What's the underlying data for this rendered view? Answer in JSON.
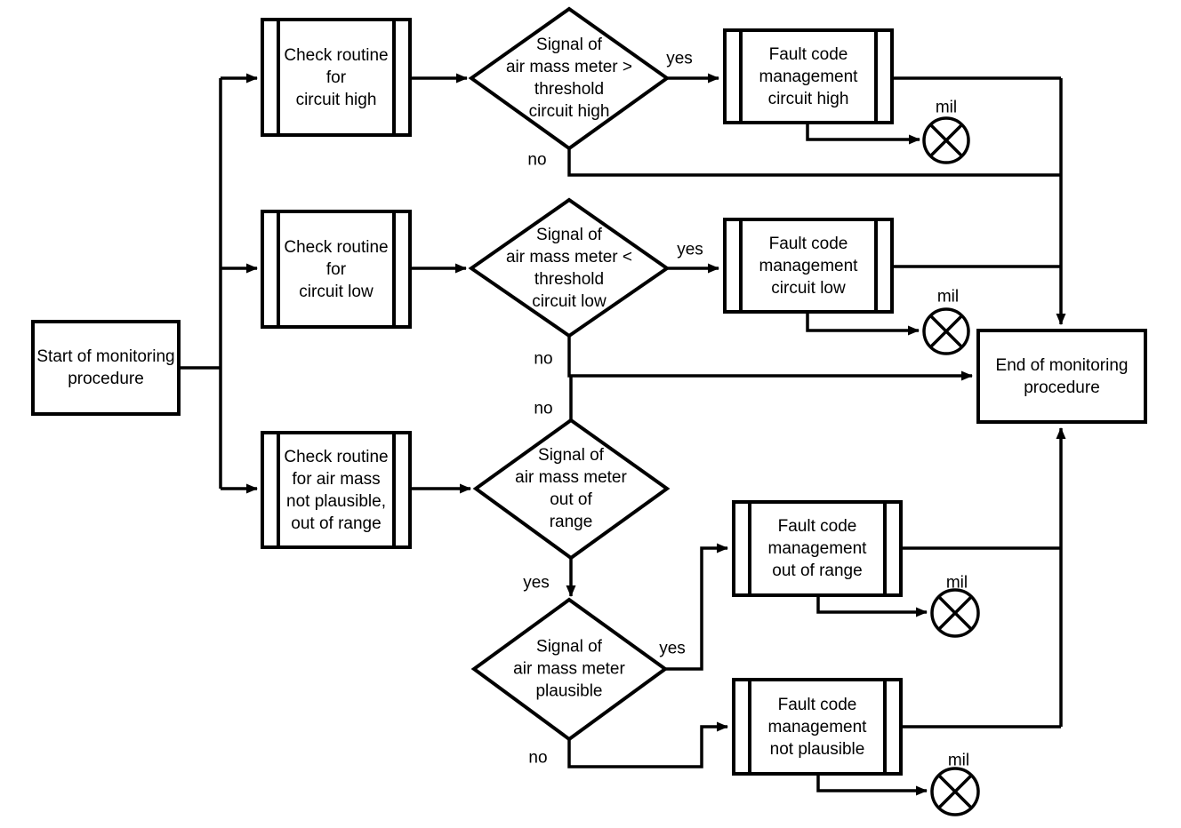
{
  "flowchart": {
    "colors": {
      "line": "#000000",
      "fill": "#ffffff",
      "text": "#000000"
    },
    "nodes": {
      "start": {
        "type": "terminator",
        "label": "Start of monitoring\nprocedure"
      },
      "check_circuit_high": {
        "type": "subroutine",
        "label": "Check routine\nfor\ncircuit high"
      },
      "check_circuit_low": {
        "type": "subroutine",
        "label": "Check routine\nfor\ncircuit low"
      },
      "check_air_mass": {
        "type": "subroutine",
        "label": "Check routine\nfor air mass\nnot plausible,\nout of range"
      },
      "decision_circuit_high": {
        "type": "decision",
        "label": "Signal of\nair mass meter >\nthreshold\ncircuit high"
      },
      "decision_circuit_low": {
        "type": "decision",
        "label": "Signal of\nair mass meter <\nthreshold\ncircuit low"
      },
      "decision_out_of_range": {
        "type": "decision",
        "label": "Signal of\nair mass meter\nout of\nrange"
      },
      "decision_plausible": {
        "type": "decision",
        "label": "Signal of\nair mass meter\nplausible"
      },
      "fault_circuit_high": {
        "type": "subroutine",
        "label": "Fault code\nmanagement\ncircuit high"
      },
      "fault_circuit_low": {
        "type": "subroutine",
        "label": "Fault code\nmanagement\ncircuit low"
      },
      "fault_out_of_range": {
        "type": "subroutine",
        "label": "Fault code\nmanagement\nout of range"
      },
      "fault_not_plausible": {
        "type": "subroutine",
        "label": "Fault code\nmanagement\nnot plausible"
      },
      "end": {
        "type": "terminator",
        "label": "End of monitoring\nprocedure"
      }
    },
    "indicators": {
      "mil_circuit_high": {
        "label": "mil"
      },
      "mil_circuit_low": {
        "label": "mil"
      },
      "mil_out_of_range": {
        "label": "mil"
      },
      "mil_not_plausible": {
        "label": "mil"
      }
    },
    "edge_labels": {
      "decision_circuit_high_yes": "yes",
      "decision_circuit_high_no": "no",
      "decision_circuit_low_yes": "yes",
      "decision_circuit_low_no": "no",
      "decision_out_of_range_no": "no",
      "decision_out_of_range_yes": "yes",
      "decision_plausible_yes": "yes",
      "decision_plausible_no": "no"
    },
    "connections": [
      {
        "from": "start",
        "to": "check_circuit_high"
      },
      {
        "from": "start",
        "to": "check_circuit_low"
      },
      {
        "from": "start",
        "to": "check_air_mass"
      },
      {
        "from": "check_circuit_high",
        "to": "decision_circuit_high"
      },
      {
        "from": "check_circuit_low",
        "to": "decision_circuit_low"
      },
      {
        "from": "check_air_mass",
        "to": "decision_out_of_range"
      },
      {
        "from": "decision_circuit_high",
        "to": "fault_circuit_high",
        "label": "yes"
      },
      {
        "from": "decision_circuit_high",
        "to": "end",
        "label": "no"
      },
      {
        "from": "decision_circuit_low",
        "to": "fault_circuit_low",
        "label": "yes"
      },
      {
        "from": "decision_circuit_low",
        "to": "end",
        "label": "no"
      },
      {
        "from": "decision_out_of_range",
        "to": "end",
        "label": "no"
      },
      {
        "from": "decision_out_of_range",
        "to": "decision_plausible",
        "label": "yes"
      },
      {
        "from": "decision_plausible",
        "to": "fault_out_of_range",
        "label": "yes"
      },
      {
        "from": "decision_plausible",
        "to": "fault_not_plausible",
        "label": "no"
      },
      {
        "from": "fault_circuit_high",
        "to": "end"
      },
      {
        "from": "fault_circuit_low",
        "to": "end"
      },
      {
        "from": "fault_out_of_range",
        "to": "end"
      },
      {
        "from": "fault_not_plausible",
        "to": "end"
      },
      {
        "from": "fault_circuit_high",
        "to": "mil_circuit_high"
      },
      {
        "from": "fault_circuit_low",
        "to": "mil_circuit_low"
      },
      {
        "from": "fault_out_of_range",
        "to": "mil_out_of_range"
      },
      {
        "from": "fault_not_plausible",
        "to": "mil_not_plausible"
      }
    ]
  }
}
